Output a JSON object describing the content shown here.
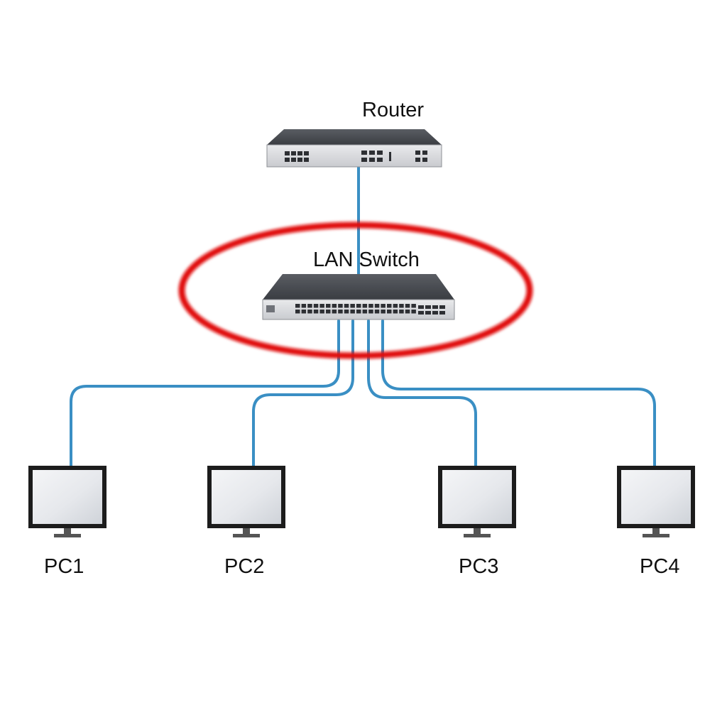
{
  "diagram": {
    "router": {
      "label": "Router"
    },
    "switch": {
      "label": "LAN Switch"
    },
    "pcs": [
      {
        "label": "PC1"
      },
      {
        "label": "PC2"
      },
      {
        "label": "PC3"
      },
      {
        "label": "PC4"
      }
    ]
  },
  "colors": {
    "background": "#ffffff",
    "cable": "#3a8fc4",
    "highlight_ring": "#e01010",
    "device_top": "#4a4d52",
    "device_front": "#dcdde0",
    "monitor_bezel": "#1c1c1c",
    "monitor_screen": "#eef0f3"
  },
  "icons": {
    "router": "router-icon",
    "switch": "switch-icon",
    "pc": "monitor-icon"
  }
}
